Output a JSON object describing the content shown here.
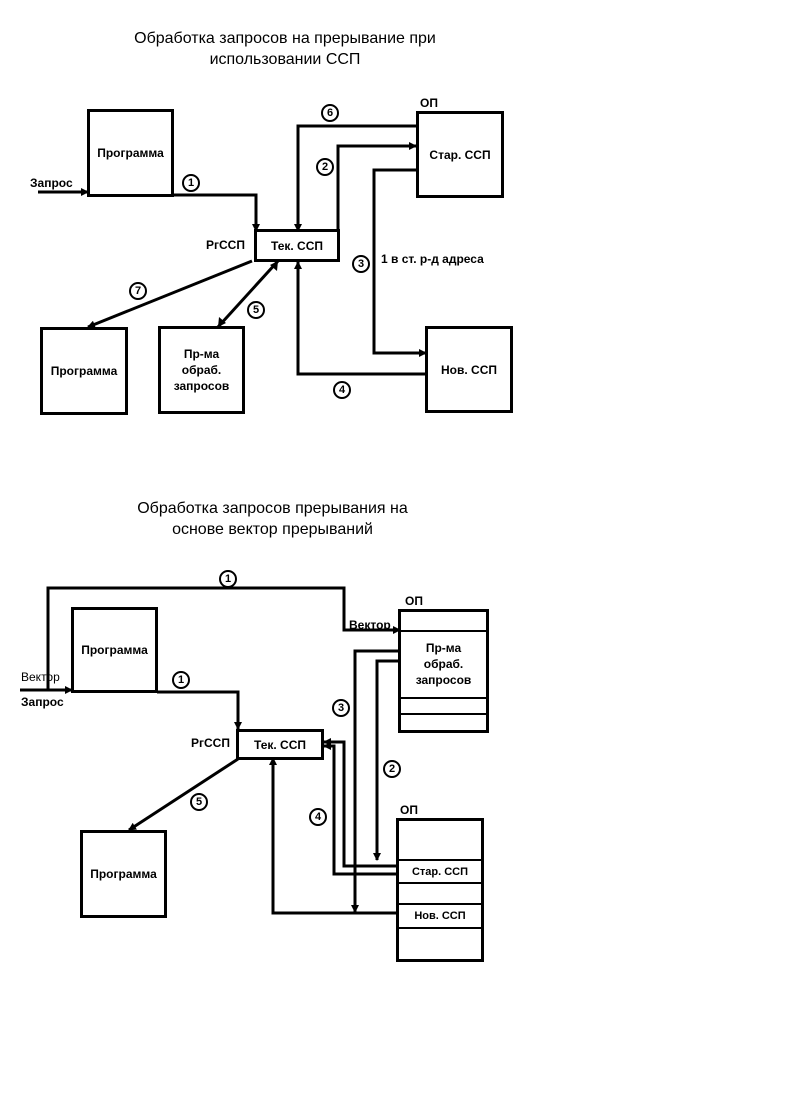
{
  "diagram1": {
    "title_line1": "Обработка запросов на прерывание при",
    "title_line2": "использовании ССП",
    "program_top": "Программа",
    "program_bottom": "Программа",
    "handler": "Пр-ма обраб. запросов",
    "handler_l1": "Пр-ма",
    "handler_l2": "обраб.",
    "handler_l3": "запросов",
    "current_psw": "Тек. ССП",
    "old_psw": "Стар. ССП",
    "new_psw": "Нов. ССП",
    "request_label": "Запрос",
    "register_label": "РгССП",
    "memory_label": "ОП",
    "address_note": "1 в ст. р-д адреса",
    "steps": [
      "1",
      "2",
      "3",
      "4",
      "5",
      "6",
      "7"
    ]
  },
  "diagram2": {
    "title_line1": "Обработка запросов прерывания на",
    "title_line2": "основе вектор  прерываний",
    "program_top": "Программа",
    "program_bottom": "Программа",
    "handler_l1": "Пр-ма",
    "handler_l2": "обраб.",
    "handler_l3": "запросов",
    "current_psw": "Тек. ССП",
    "old_psw": "Стар. ССП",
    "new_psw": "Нов. ССП",
    "vector_label_left": "Вектор",
    "request_label": "Запрос",
    "vector_label_top": "Вектор",
    "register_label": "РгССП",
    "memory_label_top": "ОП",
    "memory_label_bottom": "ОП",
    "steps": [
      "1",
      "1",
      "2",
      "3",
      "4",
      "5"
    ]
  }
}
